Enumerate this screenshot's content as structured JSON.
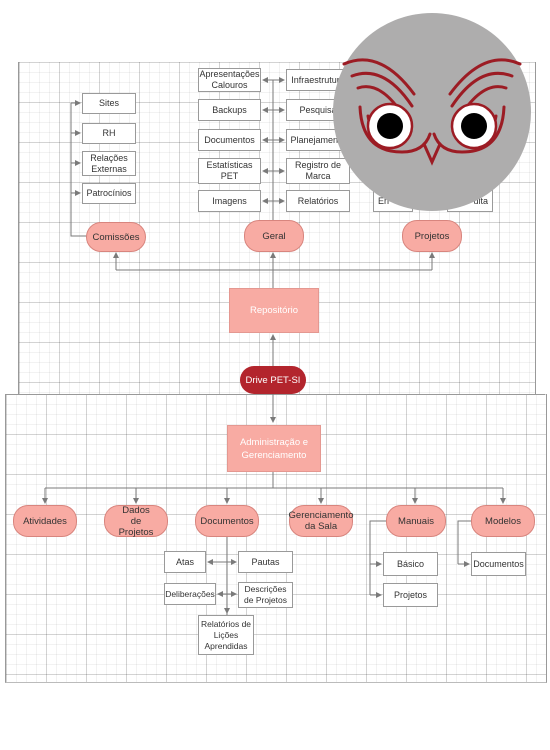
{
  "nodes": {
    "root": "Drive PET-SI",
    "repositorio": "Repositório",
    "admin": "Administração e Gerenciamento",
    "comissoes": "Comissões",
    "geral": "Geral",
    "projetos": "Projetos",
    "atividades": "Atividades",
    "dados_projetos": "Dados de Projetos",
    "documentos": "Documentos",
    "gerenciamento_sala": "Gerenciamento da Sala",
    "manuais": "Manuais",
    "modelos": "Modelos"
  },
  "comissoes_children": [
    "Sites",
    "RH",
    "Relações Externas",
    "Patrocínios"
  ],
  "geral_left": [
    "Apresentações Calouros",
    "Backups",
    "Documentos",
    "Estatísticas PET",
    "Imagens"
  ],
  "geral_right": [
    "Infraestrutura",
    "Pesquisa",
    "Planejamento",
    "Registro de Marca",
    "Relatórios"
  ],
  "projetos_partial": [
    "En",
    "ulta"
  ],
  "documentos_children": {
    "atas": "Atas",
    "pautas": "Pautas",
    "deliberacoes": "Deliberações",
    "descricoes": "Descrições de Projetos",
    "relatorios_licoes": "Relatórios de Lições Aprendidas"
  },
  "manuais_children": [
    "Básico",
    "Projetos"
  ],
  "modelos_children": [
    "Documentos"
  ],
  "colors": {
    "node_fill": "#f8aba3",
    "root_fill": "#b3252d",
    "logo_gray": "#aeadad",
    "logo_red": "#9c1c24",
    "line": "#7a7a7a"
  },
  "logo_icon": "owl-eyes-icon"
}
